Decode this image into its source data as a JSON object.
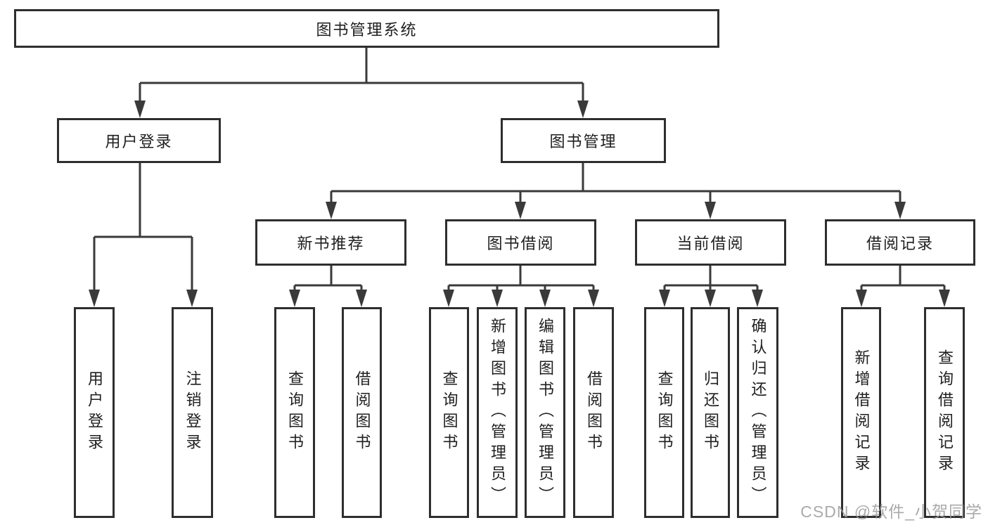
{
  "diagram_type": "hierarchy-tree",
  "root": {
    "label": "图书管理系统"
  },
  "branches": [
    {
      "label": "用户登录",
      "children": [
        {
          "label": "用户登录"
        },
        {
          "label": "注销登录"
        }
      ]
    },
    {
      "label": "图书管理",
      "children": [
        {
          "label": "新书推荐",
          "children": [
            {
              "label": "查询图书"
            },
            {
              "label": "借阅图书"
            }
          ]
        },
        {
          "label": "图书借阅",
          "children": [
            {
              "label": "查询图书"
            },
            {
              "label": "新增图书（管理员）"
            },
            {
              "label": "编辑图书（管理员）"
            },
            {
              "label": "借阅图书"
            }
          ]
        },
        {
          "label": "当前借阅",
          "children": [
            {
              "label": "查询图书"
            },
            {
              "label": "归还图书"
            },
            {
              "label": "确认归还（管理员）"
            }
          ]
        },
        {
          "label": "借阅记录",
          "children": [
            {
              "label": "新增借阅记录"
            },
            {
              "label": "查询借阅记录"
            }
          ]
        }
      ]
    }
  ],
  "watermark": "CSDN @软件_小贺同学",
  "colors": {
    "line": "#3a3a3a",
    "border": "#2e2e2e",
    "text": "#1f1f1f",
    "watermark": "#9c9c9c",
    "background": "#ffffff"
  }
}
